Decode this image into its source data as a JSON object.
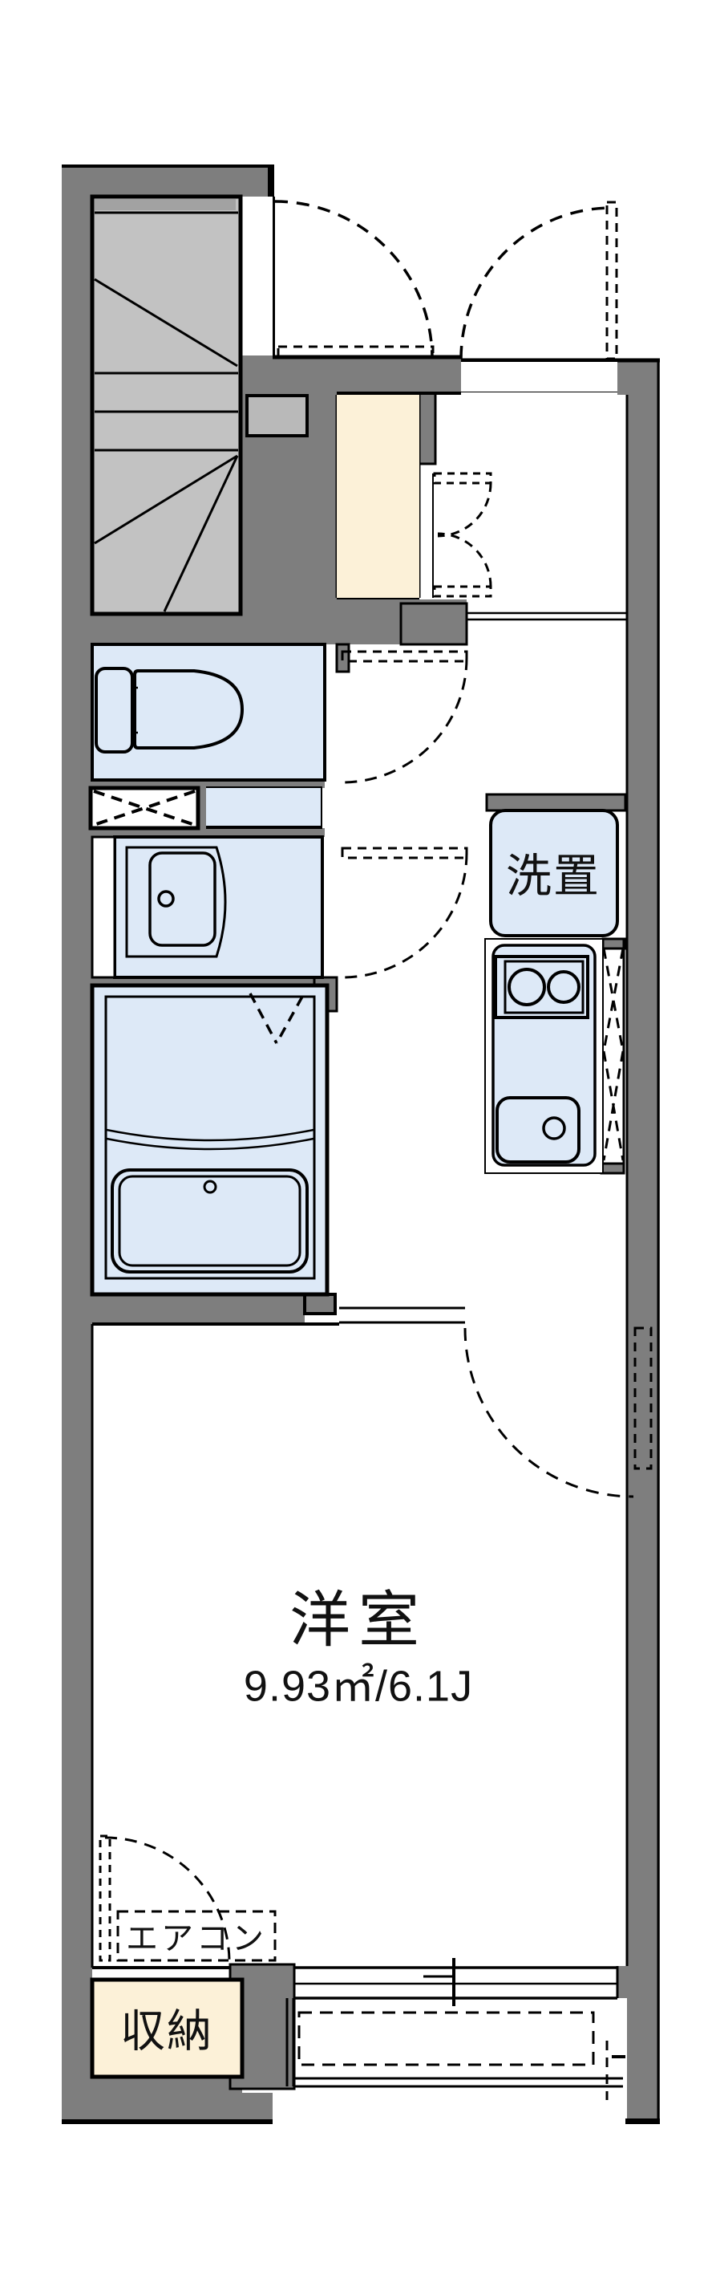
{
  "document": {
    "type": "apartment-floor-plan"
  },
  "rooms": {
    "main_room": {
      "label": "洋室",
      "area_label": "9.93㎡/6.1J"
    },
    "laundry_space": {
      "label": "洗置"
    },
    "storage": {
      "label": "収納"
    },
    "air_conditioner": {
      "label": "エアコン"
    }
  },
  "colors": {
    "wall": "#7e7e7e",
    "stairs": "#c2c2c2",
    "landing": "#a2a2a2",
    "step": "#b9b9b9",
    "room_blue": "#dde9f7",
    "cream": "#fcf1d8",
    "line": "#000000",
    "bg": "#ffffff"
  }
}
